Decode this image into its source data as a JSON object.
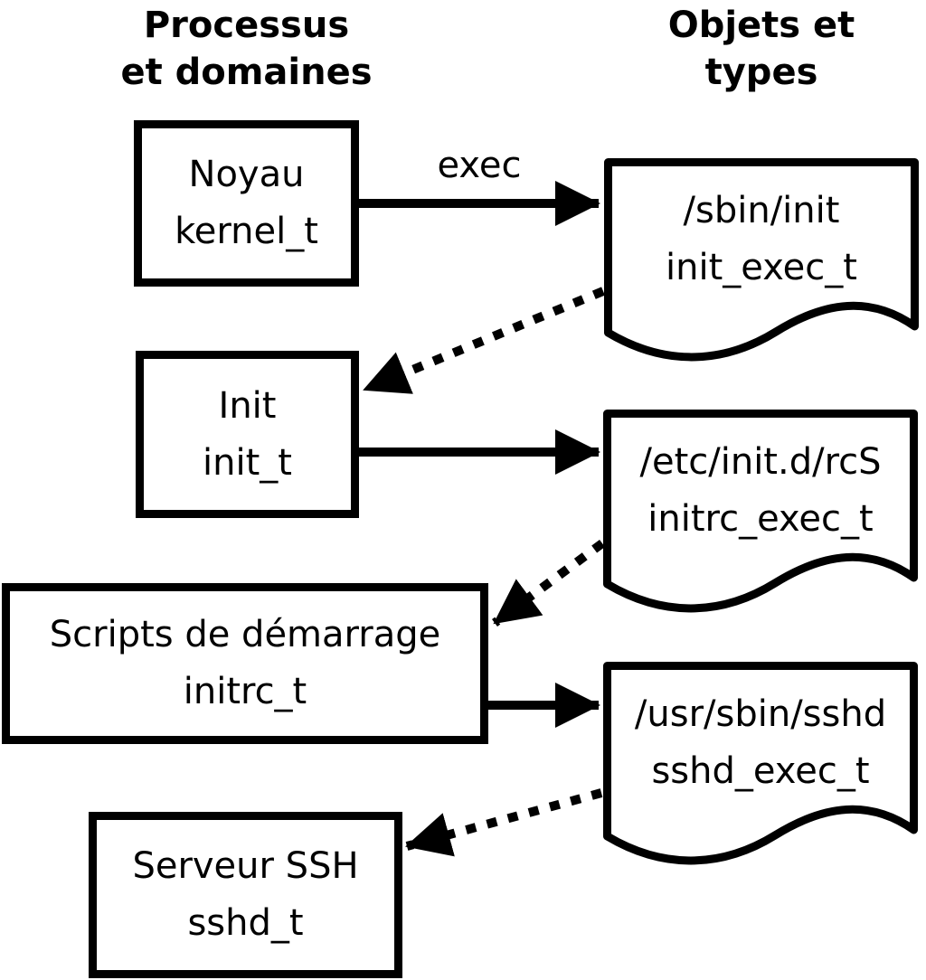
{
  "headers": {
    "left": {
      "line1": "Processus",
      "line2": "et domaines"
    },
    "right": {
      "line1": "Objets et",
      "line2": "types"
    }
  },
  "process_boxes": [
    {
      "name": "Noyau",
      "type": "kernel_t"
    },
    {
      "name": "Init",
      "type": "init_t"
    },
    {
      "name": "Scripts de démarrage",
      "type": "initrc_t"
    },
    {
      "name": "Serveur SSH",
      "type": "sshd_t"
    }
  ],
  "object_docs": [
    {
      "path": "/sbin/init",
      "type": "init_exec_t"
    },
    {
      "path": "/etc/init.d/rcS",
      "type": "initrc_exec_t"
    },
    {
      "path": "/usr/sbin/sshd",
      "type": "sshd_exec_t"
    }
  ],
  "arrows": {
    "exec_label": "exec",
    "solid_edges": [
      {
        "from": "kernel_t",
        "to": "init_exec_t",
        "label": "exec"
      },
      {
        "from": "init_t",
        "to": "initrc_exec_t",
        "label": ""
      },
      {
        "from": "initrc_t",
        "to": "sshd_exec_t",
        "label": ""
      }
    ],
    "dotted_edges": [
      {
        "from": "init_exec_t",
        "to": "init_t"
      },
      {
        "from": "initrc_exec_t",
        "to": "initrc_t"
      },
      {
        "from": "sshd_exec_t",
        "to": "sshd_t"
      }
    ]
  },
  "colors": {
    "foreground": "#000000",
    "background": "#ffffff"
  }
}
